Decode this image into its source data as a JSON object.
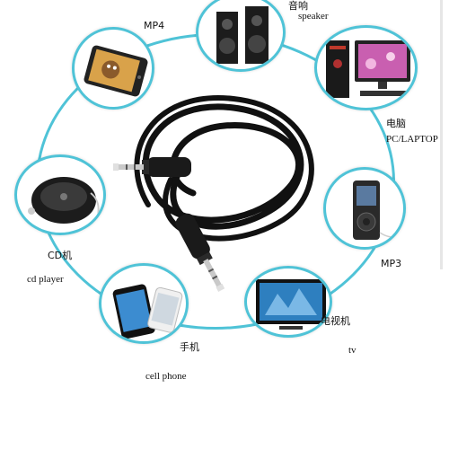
{
  "devices": {
    "mp4": {
      "label": "MP4"
    },
    "speaker": {
      "label_cn": "音响",
      "label_en": "speaker"
    },
    "pc": {
      "label_cn": "电脑",
      "label_en": "PC/LAPTOP"
    },
    "mp3": {
      "label": "MP3"
    },
    "tv": {
      "label_cn": "电视机",
      "label_en": "tv"
    },
    "phone": {
      "label_cn": "手机",
      "label_en": "cell phone"
    },
    "cd": {
      "label_cn": "CD机",
      "label_en": "cd player"
    }
  },
  "colors": {
    "ring": "#4fc3d7",
    "cable": "#111111"
  }
}
